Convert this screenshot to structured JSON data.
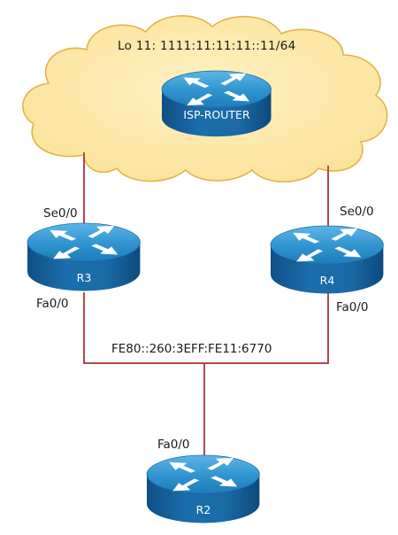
{
  "cloud": {
    "loopback_label": "Lo 11: 1111:11:11:11::11/64"
  },
  "routers": {
    "isp": {
      "name": "ISP-ROUTER"
    },
    "r3": {
      "name": "R3"
    },
    "r4": {
      "name": "R4"
    },
    "r2": {
      "name": "R2"
    }
  },
  "interfaces": {
    "r3_serial": "Se0/0",
    "r3_fast": "Fa0/0",
    "r4_serial": "Se0/0",
    "r4_fast": "Fa0/0",
    "r2_fast": "Fa0/0"
  },
  "lan": {
    "link_local_label": "FE80::260:3EFF:FE11:6770"
  },
  "colors": {
    "cloud_fill": "#fde9a8",
    "cloud_stroke": "#e2b84a",
    "link": "#b24a4a",
    "router_top": "#2d8ec8",
    "router_side": "#1565a0"
  },
  "icons": {
    "router": "router-icon"
  }
}
